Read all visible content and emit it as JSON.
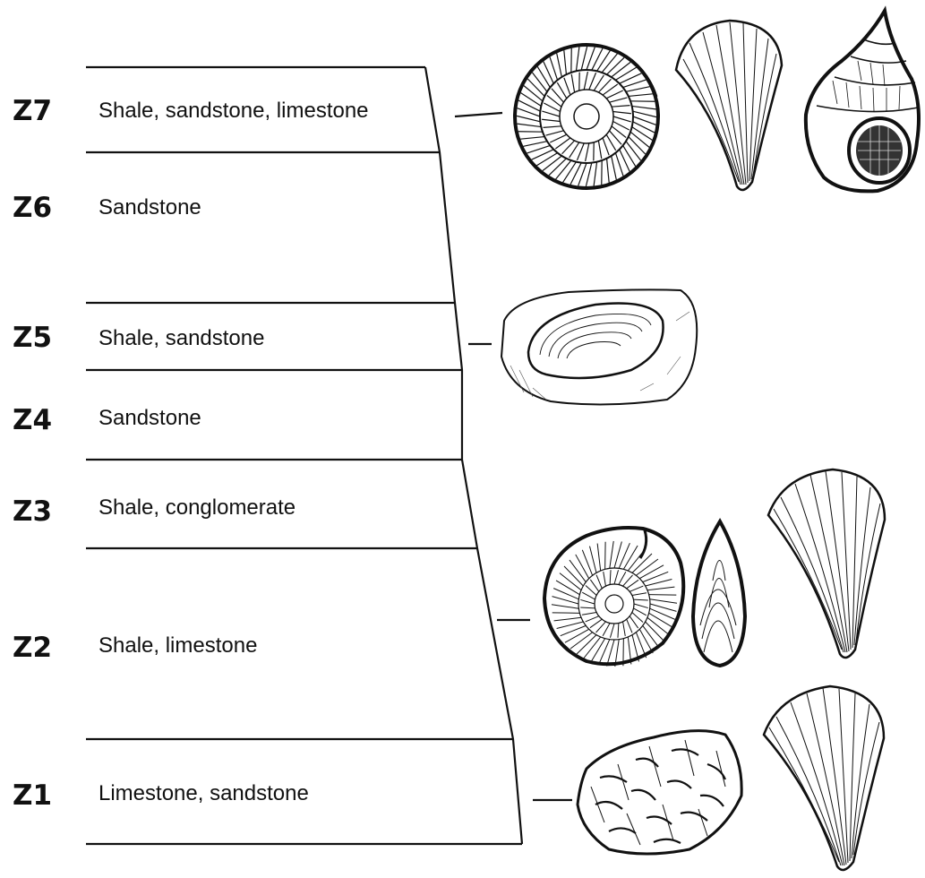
{
  "layers": [
    {
      "zone": "Z7",
      "rock": "Shale, sandstone, limestone",
      "fossils": [
        "ammonite-fossil",
        "brachiopod-fossil",
        "gastropod-fossil"
      ]
    },
    {
      "zone": "Z6",
      "rock": "Sandstone",
      "fossils": []
    },
    {
      "zone": "Z5",
      "rock": "Shale, sandstone",
      "fossils": [
        "clam-fossil"
      ]
    },
    {
      "zone": "Z4",
      "rock": "Sandstone",
      "fossils": []
    },
    {
      "zone": "Z3",
      "rock": "Shale, conglomerate",
      "fossils": []
    },
    {
      "zone": "Z2",
      "rock": "Shale, limestone",
      "fossils": [
        "ammonite-fossil",
        "mussel-fossil",
        "brachiopod-fossil"
      ]
    },
    {
      "zone": "Z1",
      "rock": "Limestone, sandstone",
      "fossils": [
        "coral-fossil",
        "brachiopod-fossil"
      ]
    }
  ]
}
